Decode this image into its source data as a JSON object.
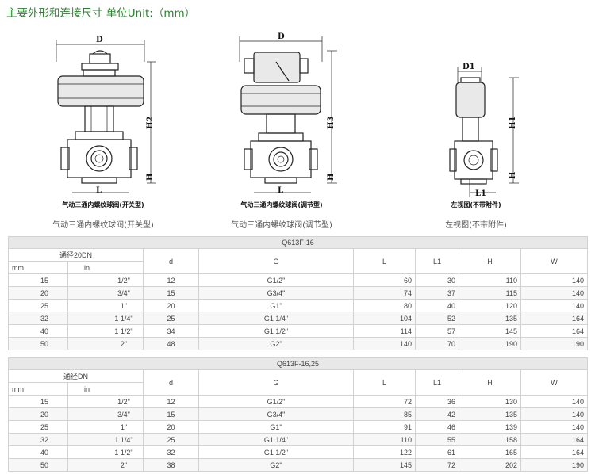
{
  "heading": "主要外形和连接尺寸 单位Unit:（mm）",
  "figures": [
    {
      "caption_bold": "气动三通内螺纹球阀(开关型)",
      "caption": "气动三通内螺纹球阀(开关型)",
      "dims": {
        "top": "D",
        "height": "H2",
        "sub": "H",
        "bottom": "L"
      }
    },
    {
      "caption_bold": "气动三通内螺纹球阀(调节型)",
      "caption": "气动三通内螺纹球阀(调节型)",
      "dims": {
        "top": "D",
        "height": "H3",
        "sub": "H",
        "bottom": "L"
      }
    },
    {
      "caption_bold": "左视图(不带附件)",
      "caption": "左视图(不带附件)",
      "dims": {
        "top": "D1",
        "height": "H1",
        "sub": "H",
        "bottom": "L1"
      }
    }
  ],
  "tables": [
    {
      "title": "Q613F-16",
      "group_header": "通径20DN",
      "sub_headers": [
        "mm",
        "in"
      ],
      "columns": [
        "d",
        "G",
        "L",
        "L1",
        "H",
        "W"
      ],
      "rows": [
        [
          "15",
          "1/2\"",
          "12",
          "G1/2\"",
          "60",
          "30",
          "110",
          "140"
        ],
        [
          "20",
          "3/4\"",
          "15",
          "G3/4\"",
          "74",
          "37",
          "115",
          "140"
        ],
        [
          "25",
          "1\"",
          "20",
          "G1\"",
          "80",
          "40",
          "120",
          "140"
        ],
        [
          "32",
          "1 1/4\"",
          "25",
          "G1 1/4\"",
          "104",
          "52",
          "135",
          "164"
        ],
        [
          "40",
          "1 1/2\"",
          "34",
          "G1 1/2\"",
          "114",
          "57",
          "145",
          "164"
        ],
        [
          "50",
          "2\"",
          "48",
          "G2\"",
          "140",
          "70",
          "190",
          "190"
        ]
      ]
    },
    {
      "title": "Q613F-16,25",
      "group_header": "通径DN",
      "sub_headers": [
        "mm",
        "in"
      ],
      "columns": [
        "d",
        "G",
        "L",
        "L1",
        "H",
        "W"
      ],
      "rows": [
        [
          "15",
          "1/2\"",
          "12",
          "G1/2\"",
          "72",
          "36",
          "130",
          "140"
        ],
        [
          "20",
          "3/4\"",
          "15",
          "G3/4\"",
          "85",
          "42",
          "135",
          "140"
        ],
        [
          "25",
          "1\"",
          "20",
          "G1\"",
          "91",
          "46",
          "139",
          "140"
        ],
        [
          "32",
          "1 1/4\"",
          "25",
          "G1 1/4\"",
          "110",
          "55",
          "158",
          "164"
        ],
        [
          "40",
          "1 1/2\"",
          "32",
          "G1 1/2\"",
          "122",
          "61",
          "165",
          "164"
        ],
        [
          "50",
          "2\"",
          "38",
          "G2\"",
          "145",
          "72",
          "202",
          "190"
        ]
      ]
    }
  ]
}
